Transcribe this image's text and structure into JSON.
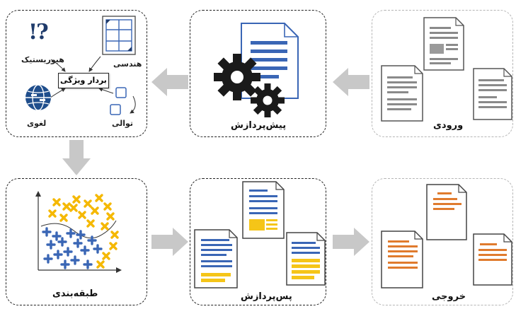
{
  "stages": {
    "input": "ورودی",
    "preprocess": "پیش‌پردازش",
    "features": {
      "heuristic": "هیوریستیک",
      "geometric": "هندسی",
      "feature_vector": "بردار ویژگی",
      "lexical": "لغوی",
      "sequential": "توالی"
    },
    "classification": "طبقه‌بندی",
    "postprocess": "پس‌پردازش",
    "output": "خروجی"
  },
  "colors": {
    "text_blue": "#3a66b5",
    "highlight_yellow": "#f5c518",
    "output_orange": "#e07b2e",
    "gear": "#1a1a1a",
    "arrow_gray": "#c8c8c8"
  },
  "icons": {
    "heuristic": "exclamation-question-icon",
    "geometric": "layout-grid-icon",
    "lexical": "globe-text-icon",
    "sequential": "sequence-boxes-icon"
  }
}
